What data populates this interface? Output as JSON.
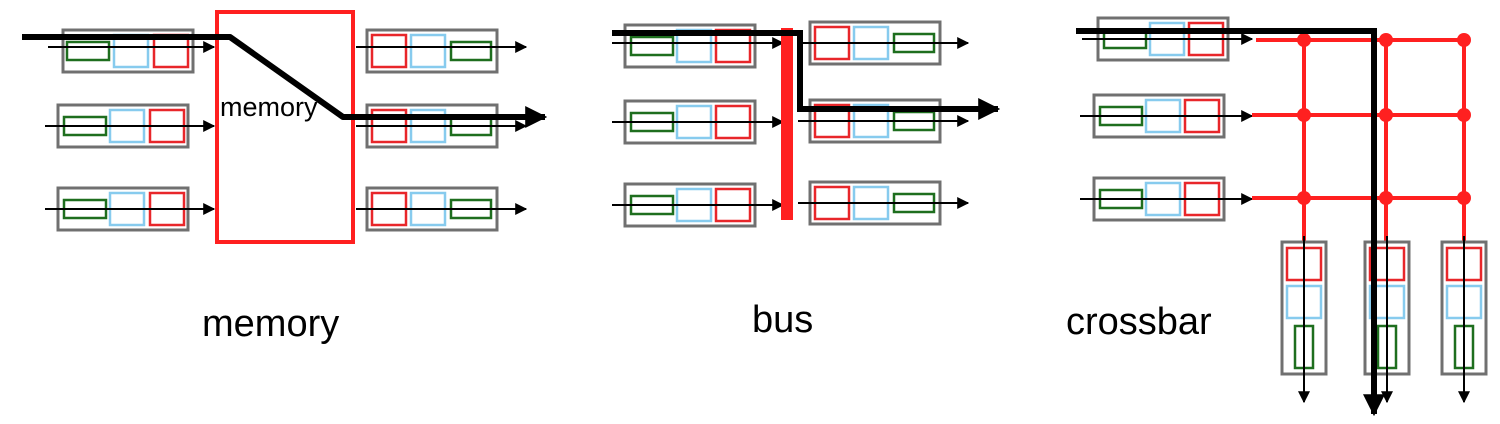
{
  "panels": [
    {
      "id": "memory",
      "caption": "memory",
      "fabric_label": "memory"
    },
    {
      "id": "bus",
      "caption": "bus"
    },
    {
      "id": "crossbar",
      "caption": "crossbar"
    }
  ],
  "colors": {
    "port_border": "#707070",
    "cell_green": "#1e6e1e",
    "cell_blue": "#87cbee",
    "cell_red": "#e8262a",
    "fabric": "#ff2020",
    "path": "#000000"
  },
  "icons": [
    "arrow-right-icon",
    "arrow-down-icon"
  ]
}
